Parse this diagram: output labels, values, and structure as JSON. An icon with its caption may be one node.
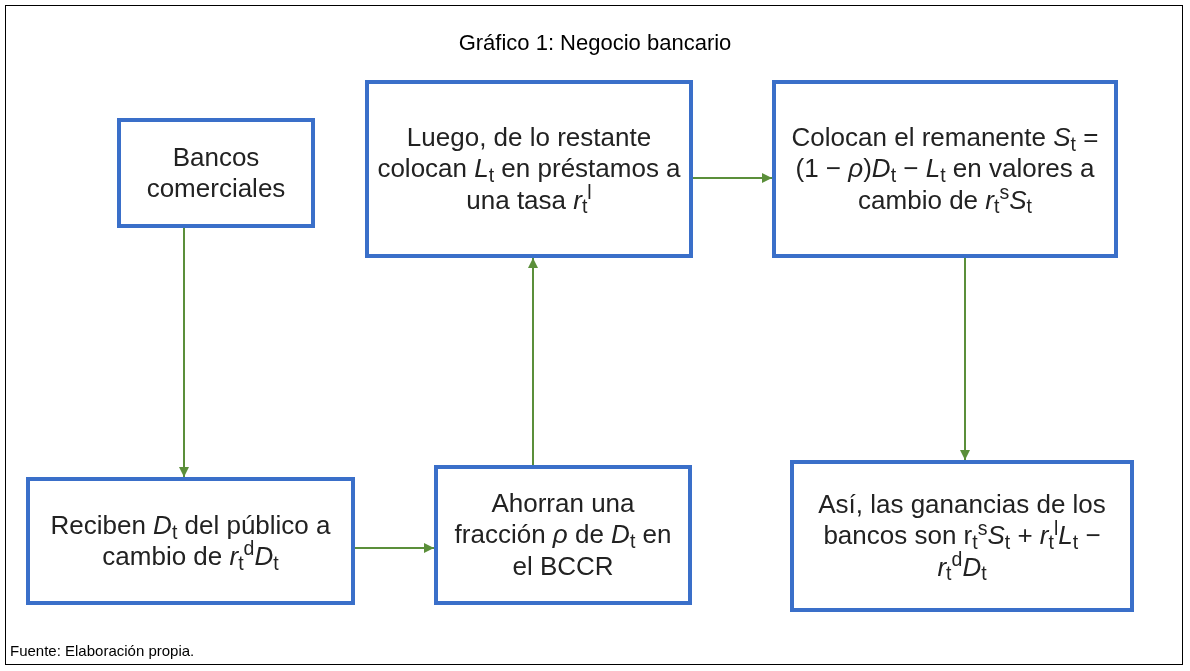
{
  "diagram": {
    "title": "Gráfico 1: Negocio bancario",
    "caption": "Fuente: Elaboración propia.",
    "nodes": [
      {
        "text": [
          "Bancos comerciales"
        ]
      },
      {
        "text": [
          "Luego, de lo restante colocan *L*$_{t}$ en préstamos a una tasa *r*$_{t}$$^{l}$"
        ]
      },
      {
        "text": [
          "Colocan el remanente *S*$_{t}$ = (1 − *ρ*)*D*$_{t}$ − *L*$_{t}$ en valores a cambio de *r*$_{t}$$^{s}$*S*$_{t}$"
        ]
      },
      {
        "text": [
          "Reciben *D*$_{t}$ del público a cambio de *r*$_{t}$$^{d}$*D*$_{t}$"
        ]
      },
      {
        "text": [
          "Ahorran una fracción *ρ* de *D*$_{t}$ en el BCCR"
        ]
      },
      {
        "text": [
          "Así, las ganancias de los bancos son r$_{t}$$^{s}$*S*$_{t}$ + *r*$_{t}$$^{l}$*L*$_{t}$ − *r*$_{t}$$^{d}$*D*$_{t}$"
        ]
      }
    ],
    "edges": [
      {
        "from": 0,
        "to": 3,
        "arrow": "to"
      },
      {
        "from": 3,
        "to": 4,
        "arrow": "to"
      },
      {
        "from": 4,
        "to": 1,
        "arrow": "to"
      },
      {
        "from": 1,
        "to": 2,
        "arrow": "to"
      },
      {
        "from": 2,
        "to": 5,
        "arrow": "to"
      }
    ]
  }
}
